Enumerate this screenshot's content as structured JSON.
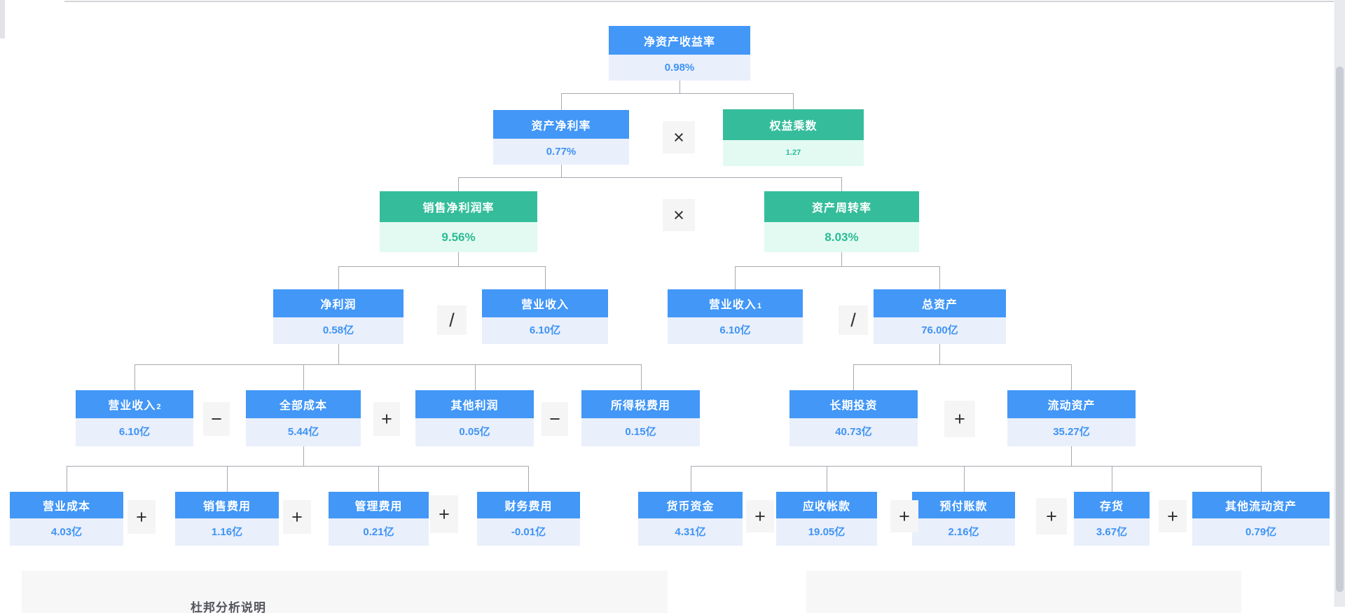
{
  "page": {
    "bottom_left_panel_title": "杜邦分析说明"
  },
  "colors": {
    "node_blue_header": "#4297f7",
    "node_blue_value_bg": "#e9effb",
    "node_blue_value_text": "#3e93f5",
    "node_green_header": "#35bd9b",
    "node_green_value_bg": "#e2faf2",
    "node_green_value_text": "#2abb93",
    "operator_bg": "#f5f5f6",
    "connector": "#a6a9b0",
    "panel_bg": "#f7f7f8"
  },
  "tree": {
    "nodes": [
      {
        "id": "roe",
        "label": "净资产收益率",
        "value": "0.98%",
        "scheme": "blue"
      },
      {
        "id": "roa",
        "label": "资产净利率",
        "value": "0.77%",
        "scheme": "blue"
      },
      {
        "id": "equity-multiplier",
        "label": "权益乘数",
        "value": "1.27",
        "scheme": "green",
        "value_size": "small"
      },
      {
        "id": "net-profit-margin",
        "label": "销售净利润率",
        "value": "9.56%",
        "scheme": "green"
      },
      {
        "id": "asset-turnover",
        "label": "资产周转率",
        "value": "8.03%",
        "scheme": "green"
      },
      {
        "id": "net-profit",
        "label": "净利润",
        "value": "0.58亿",
        "scheme": "blue"
      },
      {
        "id": "revenue",
        "label": "营业收入",
        "value": "6.10亿",
        "scheme": "blue"
      },
      {
        "id": "revenue-1",
        "label": "营业收入",
        "sub": "1",
        "value": "6.10亿",
        "scheme": "blue"
      },
      {
        "id": "total-assets",
        "label": "总资产",
        "value": "76.00亿",
        "scheme": "blue"
      },
      {
        "id": "revenue-2",
        "label": "营业收入",
        "sub": "2",
        "value": "6.10亿",
        "scheme": "blue"
      },
      {
        "id": "total-cost",
        "label": "全部成本",
        "value": "5.44亿",
        "scheme": "blue"
      },
      {
        "id": "other-profit",
        "label": "其他利润",
        "value": "0.05亿",
        "scheme": "blue"
      },
      {
        "id": "income-tax",
        "label": "所得税费用",
        "value": "0.15亿",
        "scheme": "blue"
      },
      {
        "id": "long-term-investment",
        "label": "长期投资",
        "value": "40.73亿",
        "scheme": "blue"
      },
      {
        "id": "current-assets",
        "label": "流动资产",
        "value": "35.27亿",
        "scheme": "blue"
      },
      {
        "id": "operating-cost",
        "label": "营业成本",
        "value": "4.03亿",
        "scheme": "blue"
      },
      {
        "id": "selling-expense",
        "label": "销售费用",
        "value": "1.16亿",
        "scheme": "blue"
      },
      {
        "id": "admin-expense",
        "label": "管理费用",
        "value": "0.21亿",
        "scheme": "blue"
      },
      {
        "id": "financial-expense",
        "label": "财务费用",
        "value": "-0.01亿",
        "scheme": "blue"
      },
      {
        "id": "cash",
        "label": "货币资金",
        "value": "4.31亿",
        "scheme": "blue"
      },
      {
        "id": "accounts-receivable",
        "label": "应收帐款",
        "value": "19.05亿",
        "scheme": "blue"
      },
      {
        "id": "prepaid-accounts",
        "label": "预付账款",
        "value": "2.16亿",
        "scheme": "blue"
      },
      {
        "id": "inventory",
        "label": "存货",
        "value": "3.67亿",
        "scheme": "blue"
      },
      {
        "id": "other-current-assets",
        "label": "其他流动资产",
        "value": "0.79亿",
        "scheme": "blue"
      }
    ],
    "operators": [
      {
        "id": "operator-multiply-1",
        "symbol": "×"
      },
      {
        "id": "operator-multiply-2",
        "symbol": "×"
      },
      {
        "id": "operator-divide-1",
        "symbol": "/"
      },
      {
        "id": "operator-divide-2",
        "symbol": "/"
      },
      {
        "id": "operator-minus-1",
        "symbol": "−"
      },
      {
        "id": "operator-plus-1",
        "symbol": "+"
      },
      {
        "id": "operator-minus-2",
        "symbol": "−"
      },
      {
        "id": "operator-plus-2",
        "symbol": "+"
      },
      {
        "id": "operator-plus-3",
        "symbol": "+"
      },
      {
        "id": "operator-plus-4",
        "symbol": "+"
      },
      {
        "id": "operator-plus-5",
        "symbol": "+"
      },
      {
        "id": "operator-plus-6",
        "symbol": "+"
      },
      {
        "id": "operator-plus-7",
        "symbol": "+"
      },
      {
        "id": "operator-plus-8",
        "symbol": "+"
      },
      {
        "id": "operator-plus-9",
        "symbol": "+"
      }
    ]
  }
}
